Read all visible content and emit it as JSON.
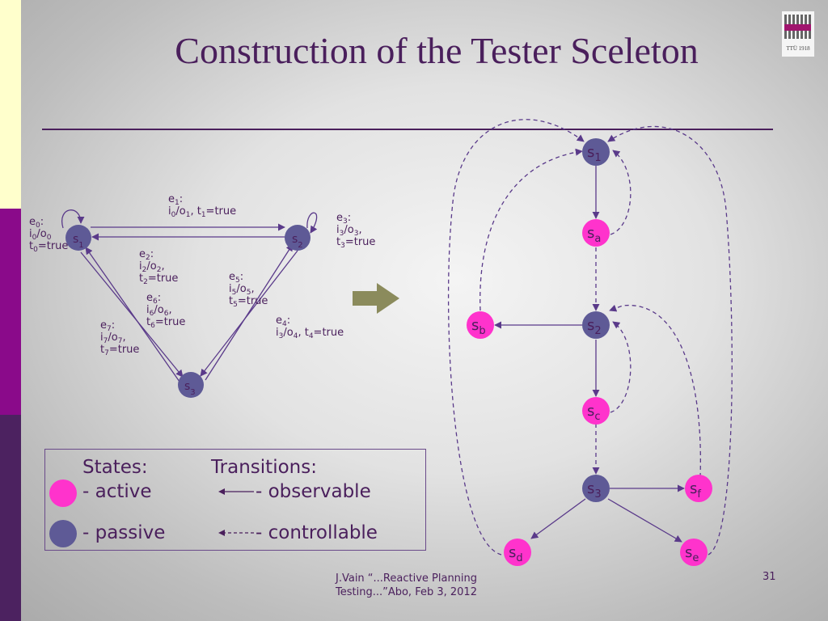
{
  "title": "Construction of the Tester Sceleton",
  "logo_text": "TTÜ 1918",
  "colors": {
    "active": "#ff33cc",
    "passive": "#5e5a96",
    "accent": "#4a1f5c",
    "arrow": "#8b8b5c",
    "edge": "#5a3a8a"
  },
  "left_diagram": {
    "states": [
      {
        "label": "s",
        "sub": "1"
      },
      {
        "label": "s",
        "sub": "2"
      },
      {
        "label": "s",
        "sub": "3"
      }
    ],
    "transitions": [
      {
        "lines": [
          [
            "e",
            "0",
            ":"
          ],
          [
            "i",
            "0",
            "/o",
            "0"
          ],
          [
            "t",
            "0",
            "=true"
          ]
        ]
      },
      {
        "lines": [
          [
            "e",
            "1",
            ":"
          ],
          [
            "i",
            "0",
            "/o",
            "1",
            ", t",
            "1",
            "=true"
          ]
        ]
      },
      {
        "lines": [
          [
            "e",
            "2",
            ":"
          ],
          [
            "i",
            "2",
            "/o",
            "2",
            ","
          ],
          [
            "t",
            "2",
            "=true"
          ]
        ]
      },
      {
        "lines": [
          [
            "e",
            "3",
            ":"
          ],
          [
            "i",
            "3",
            "/o",
            "3",
            ","
          ],
          [
            "t",
            "3",
            "=true"
          ]
        ]
      },
      {
        "lines": [
          [
            "e",
            "4",
            ":"
          ],
          [
            "i",
            "3",
            "/o",
            "4",
            ", t",
            "4",
            "=true"
          ]
        ]
      },
      {
        "lines": [
          [
            "e",
            "5",
            ":"
          ],
          [
            "i",
            "5",
            "/o",
            "5",
            ","
          ],
          [
            "t",
            "5",
            "=true"
          ]
        ]
      },
      {
        "lines": [
          [
            "e",
            "6",
            ":"
          ],
          [
            "i",
            "6",
            "/o",
            "6",
            ","
          ],
          [
            "t",
            "6",
            "=true"
          ]
        ]
      },
      {
        "lines": [
          [
            "e",
            "7",
            ":"
          ],
          [
            "i",
            "7",
            "/o",
            "7",
            ","
          ],
          [
            "t",
            "7",
            "=true"
          ]
        ]
      }
    ]
  },
  "right_diagram": {
    "states": [
      {
        "label": "s",
        "sub": "1",
        "type": "passive"
      },
      {
        "label": "s",
        "sub": "a",
        "type": "active"
      },
      {
        "label": "s",
        "sub": "2",
        "type": "passive"
      },
      {
        "label": "s",
        "sub": "b",
        "type": "active"
      },
      {
        "label": "s",
        "sub": "c",
        "type": "active"
      },
      {
        "label": "s",
        "sub": "3",
        "type": "passive"
      },
      {
        "label": "s",
        "sub": "f",
        "type": "active"
      },
      {
        "label": "s",
        "sub": "d",
        "type": "active"
      },
      {
        "label": "s",
        "sub": "e",
        "type": "active"
      }
    ]
  },
  "legend": {
    "states_heading": "States:",
    "transitions_heading": "Transitions:",
    "active_label": "- active",
    "passive_label": "- passive",
    "observable_label": "- observable",
    "controllable_label": "- controllable"
  },
  "footer": {
    "line1": "J.Vain “...Reactive Planning",
    "line2": "Testing...”Abo, Feb 3, 2012"
  },
  "page_number": "31"
}
